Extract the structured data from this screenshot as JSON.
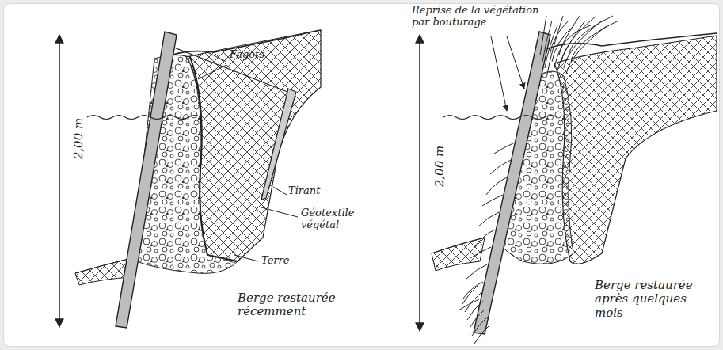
{
  "diagram": {
    "labels": [
      "Reprise de la végétation par bouturage",
      "Fagots",
      "Tirant",
      "Géotextile végétal",
      "Terre",
      "2,00 m",
      "Berge restaurée récemment",
      "2,00 m",
      "Berge restaurée après quelques mois"
    ]
  }
}
